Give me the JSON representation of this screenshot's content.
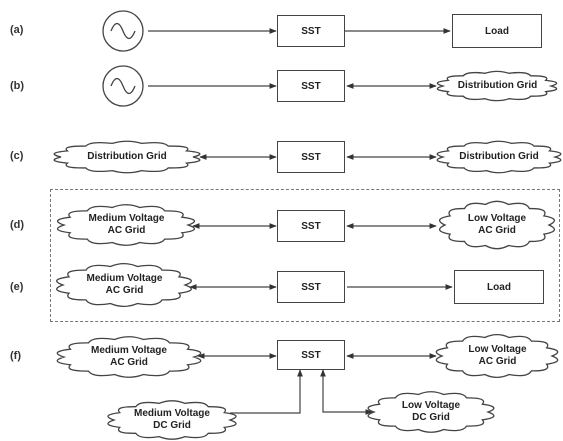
{
  "rows": [
    {
      "label": "(a)",
      "source": "~",
      "converter": "SST",
      "target": "Load"
    },
    {
      "label": "(b)",
      "source": "~",
      "converter": "SST",
      "target": "Distribution Grid"
    },
    {
      "label": "(c)",
      "source": "Distribution Grid",
      "converter": "SST",
      "target": "Distribution Grid"
    },
    {
      "label": "(d)",
      "source": "Medium Voltage\nAC Grid",
      "converter": "SST",
      "target": "Low Voltage\nAC Grid"
    },
    {
      "label": "(e)",
      "source": "Medium Voltage\nAC Grid",
      "converter": "SST",
      "target": "Load"
    },
    {
      "label": "(f)",
      "source": "Medium Voltage\nAC Grid",
      "converter": "SST",
      "target": "Low Voltage\nAC Grid",
      "extra_sources": [
        {
          "text": "Medium Voltage\nDC Grid"
        },
        {
          "text": "Low Voltage\nDC Grid"
        }
      ]
    }
  ],
  "colors": {
    "stroke": "#444444",
    "text": "#222222",
    "dash": "#777777"
  }
}
